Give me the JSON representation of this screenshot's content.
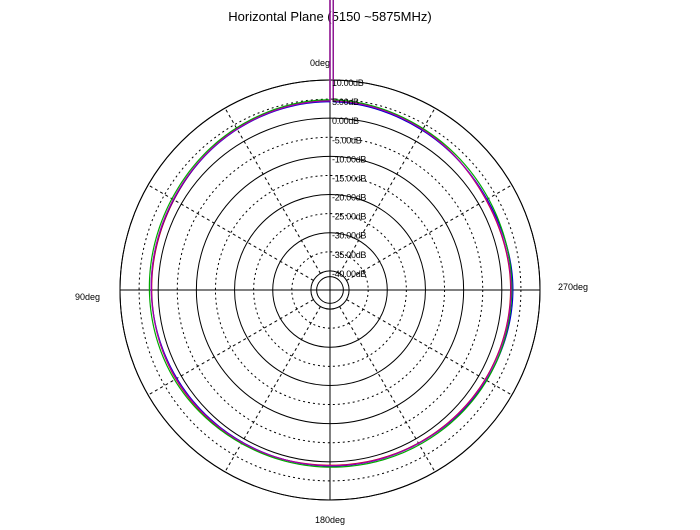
{
  "chart_data": {
    "type": "polar",
    "title": "Horizontal Plane (5150 ~5875MHz)",
    "direction_labels": {
      "top": "0deg",
      "left": "90deg",
      "right": "270deg",
      "bottom": "180deg"
    },
    "radial_unit": "dB",
    "radial_range": [
      -45,
      10
    ],
    "radial_ticks": [
      10,
      5,
      0,
      -5,
      -10,
      -15,
      -20,
      -25,
      -30,
      -35,
      -40
    ],
    "radial_tick_labels": [
      "10.00dB",
      "5.00dB",
      "0.00dB",
      "-5.00dB",
      "-10.00dB",
      "-15.00dB",
      "-20.00dB",
      "-25.00dB",
      "-30.00dB",
      "-35.00dB",
      "-40.00dB"
    ],
    "angle_direction": "counterclockwise",
    "zero_angle_position": "top",
    "grid": true,
    "series": [
      {
        "color": "#cc0000",
        "angles_deg": [
          0,
          30,
          60,
          90,
          120,
          150,
          180,
          210,
          240,
          270,
          300,
          330,
          360
        ],
        "values_db": [
          4.6,
          3.8,
          2.2,
          1.7,
          1.6,
          1.2,
          0.9,
          1.3,
          1.9,
          2.3,
          2.2,
          3.6,
          4.6
        ]
      },
      {
        "color": "#0000cc",
        "angles_deg": [
          0,
          30,
          60,
          90,
          120,
          150,
          180,
          210,
          240,
          270,
          300,
          330,
          360
        ],
        "values_db": [
          4.3,
          3.6,
          2.3,
          1.8,
          1.3,
          1.0,
          1.1,
          1.4,
          2.3,
          2.9,
          2.5,
          3.3,
          4.3
        ]
      },
      {
        "color": "#00aa00",
        "angles_deg": [
          0,
          30,
          60,
          90,
          120,
          150,
          180,
          210,
          240,
          270,
          300,
          330,
          360
        ],
        "values_db": [
          4.8,
          4.0,
          2.8,
          2.3,
          2.0,
          1.4,
          1.4,
          1.8,
          2.4,
          2.6,
          2.9,
          3.8,
          4.8
        ]
      },
      {
        "color": "#aa00aa",
        "angles_deg": [
          0,
          30,
          60,
          90,
          120,
          150,
          180,
          210,
          240,
          270,
          300,
          330,
          360
        ],
        "values_db": [
          4.5,
          3.7,
          2.4,
          1.8,
          1.5,
          1.1,
          1.0,
          1.4,
          2.0,
          2.4,
          2.3,
          3.5,
          4.5
        ]
      }
    ]
  }
}
